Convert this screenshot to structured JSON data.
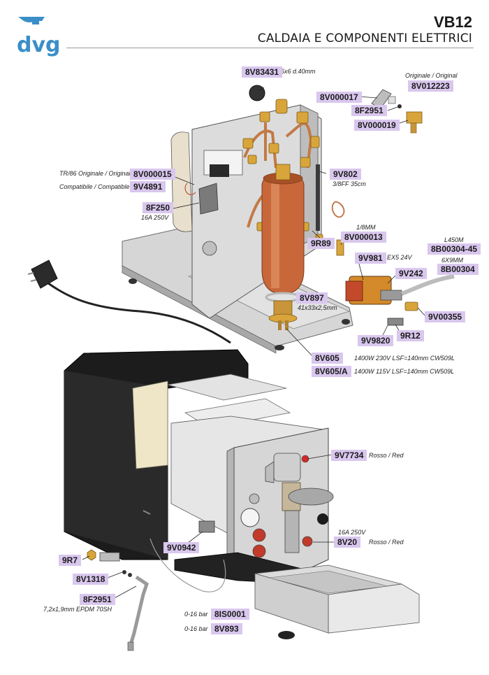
{
  "header": {
    "brand": "dvg",
    "model": "VB12",
    "subtitle": "CALDAIA E COMPONENTI ELETTRICI"
  },
  "colors": {
    "brand_blue": "#3a8fc8",
    "code_highlight": "#d9c7ee",
    "boiler_copper": "#c8673a",
    "frame_grey": "#c9c9c9",
    "housing_black": "#1c1c1c"
  },
  "parts": {
    "p8V83431": {
      "code": "8V83431",
      "note": "6x6 d.40mm"
    },
    "p8V012223": {
      "code": "8V012223",
      "note": "Originale / Original"
    },
    "p8V000017": {
      "code": "8V000017"
    },
    "p8F2951_top": {
      "code": "8F2951"
    },
    "p8V000019": {
      "code": "8V000019"
    },
    "p8V000015": {
      "code": "8V000015",
      "note": "TR/86 Originale / Original"
    },
    "p9V4891": {
      "code": "9V4891",
      "note": "Compatibile / Compatible"
    },
    "p9V802": {
      "code": "9V802",
      "note": "3/8FF 35cm"
    },
    "p8F250": {
      "code": "8F250",
      "note": "16A 250V"
    },
    "p8V000013": {
      "code": "8V000013",
      "note": "1/8MM"
    },
    "p9R89": {
      "code": "9R89"
    },
    "p8B00304_45": {
      "code": "8B00304-45",
      "note": "L450M"
    },
    "p8B00304": {
      "code": "8B00304",
      "note": "6X9MM"
    },
    "p9V981": {
      "code": "9V981",
      "note": "EX5 24V"
    },
    "p9V242": {
      "code": "9V242"
    },
    "p8V897": {
      "code": "8V897",
      "note": "41x33x2,5mm"
    },
    "p9V00355": {
      "code": "9V00355"
    },
    "p9R12": {
      "code": "9R12"
    },
    "p9V9820": {
      "code": "9V9820"
    },
    "p8V605": {
      "code": "8V605",
      "note": "1400W 230V LSF=140mm CW509L"
    },
    "p8V605A": {
      "code": "8V605/A",
      "note": "1400W 115V LSF=140mm CW509L"
    },
    "p9V7734": {
      "code": "9V7734",
      "note": "Rosso / Red"
    },
    "p8V20": {
      "code": "8V20",
      "note_top": "16A 250V",
      "note": "Rosso / Red"
    },
    "p9V0942": {
      "code": "9V0942"
    },
    "p9R7": {
      "code": "9R7"
    },
    "p8V1318": {
      "code": "8V1318"
    },
    "p8F2951_bottom": {
      "code": "8F2951",
      "note": "7,2x1,9mm EPDM 70SH"
    },
    "p8IS0001": {
      "code": "8IS0001",
      "note": "0-16 bar"
    },
    "p8V893": {
      "code": "8V893",
      "note": "0-16 bar"
    }
  }
}
